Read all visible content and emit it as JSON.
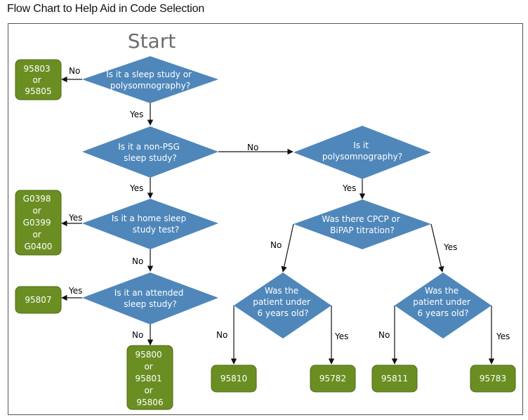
{
  "title": "Flow Chart to Help Aid in Code Selection",
  "start_label": "Start",
  "colors": {
    "decision_fill": "#4f87ba",
    "outcome_fill": "#6b8e23",
    "outcome_stroke": "#4c6a16",
    "frame": "#555555",
    "line": "#111111"
  },
  "decisions": {
    "d1": [
      "Is it a sleep study or",
      "polysomnography?"
    ],
    "d2": [
      "Is it a non-PSG",
      "sleep study?"
    ],
    "d3": [
      "Is it",
      "polysomnography?"
    ],
    "d4": [
      "Is it a home sleep",
      "study test?"
    ],
    "d5": [
      "Was there CPCP or",
      "BiPAP titration?"
    ],
    "d6": [
      "Is it an attended",
      "sleep study?"
    ],
    "d7": [
      "Was the",
      "patient under",
      "6 years old?"
    ],
    "d8": [
      "Was the",
      "patient under",
      "6 years old?"
    ]
  },
  "outcomes": {
    "o1": [
      "95803",
      "or",
      "95805"
    ],
    "o2": [
      "G0398",
      "or",
      "G0399",
      "or",
      "G0400"
    ],
    "o3": [
      "95807"
    ],
    "o4": [
      "95800",
      "or",
      "95801",
      "or",
      "95806"
    ],
    "o5": [
      "95810"
    ],
    "o6": [
      "95782"
    ],
    "o7": [
      "95811"
    ],
    "o8": [
      "95783"
    ]
  },
  "edge_labels": {
    "yes": "Yes",
    "no": "No"
  }
}
